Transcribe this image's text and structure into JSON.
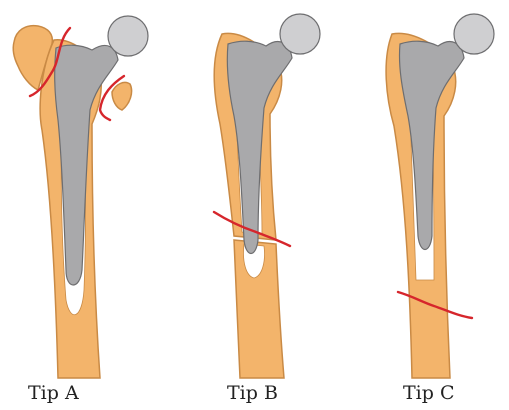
{
  "figure": {
    "panels": [
      {
        "label": "Tip A",
        "fracture": "trochanteric"
      },
      {
        "label": "Tip B",
        "fracture": "around-stem-tip"
      },
      {
        "label": "Tip C",
        "fracture": "below-stem-tip"
      }
    ],
    "colors": {
      "bone": "#f3b46b",
      "bone_outline": "#c98a45",
      "canal": "#ffffff",
      "stem": "#a9a9ab",
      "stem_outline": "#6e6e70",
      "head": "#cfcfd1",
      "fracture_line": "#d6262c"
    }
  }
}
